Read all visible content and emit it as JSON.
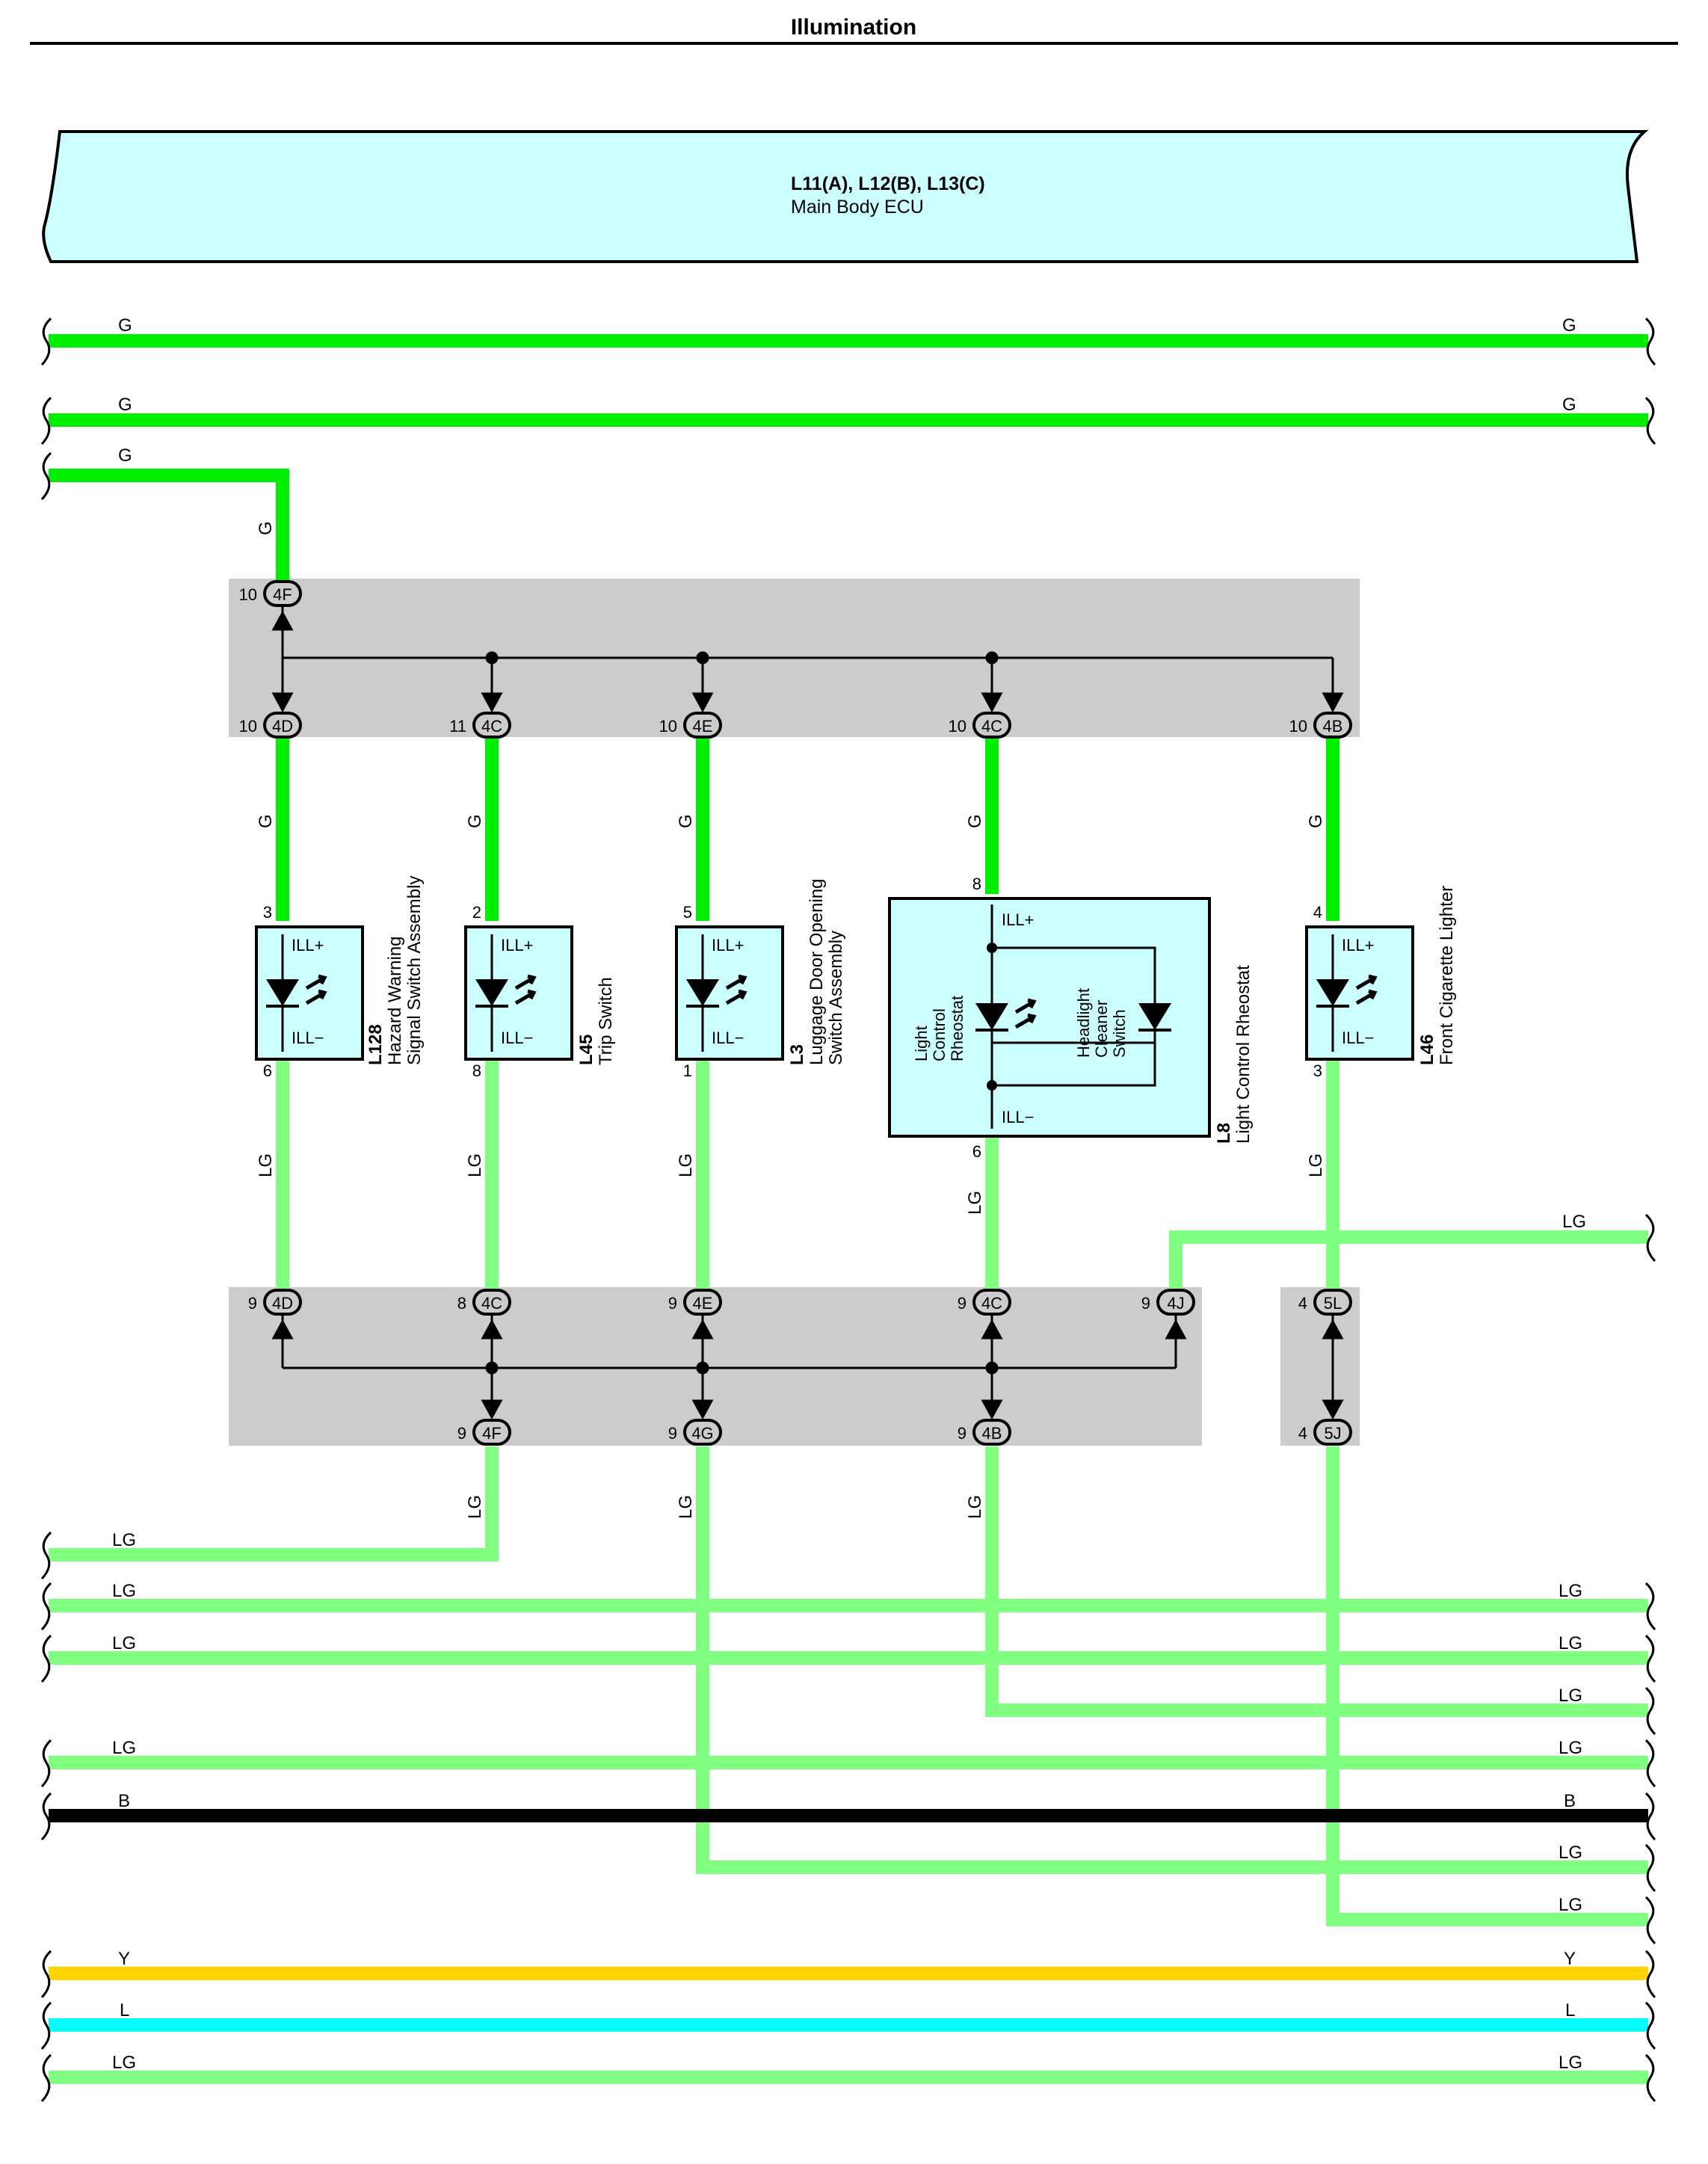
{
  "title": "Illumination",
  "ecu": {
    "line1": "L11(A), L12(B), L13(C)",
    "line2": "Main Body ECU"
  },
  "colors": {
    "G": "#00ee00",
    "LG": "#80ff80",
    "B": "#000000",
    "Y": "#ffd400",
    "L": "#00ffff",
    "panel": "#cccccc",
    "component": "#ccffff"
  },
  "wire_labels": {
    "g1_l": "G",
    "g1_r": "G",
    "g2_l": "G",
    "g2_r": "G",
    "g3_l": "G",
    "g3_v": "G",
    "bus_g_4d": "G",
    "bus_g_4c1": "G",
    "bus_g_4e": "G",
    "bus_g_4c2": "G",
    "bus_g_4b": "G",
    "lg_l128": "LG",
    "lg_l45": "LG",
    "lg_l3": "LG",
    "lg_l8": "LG",
    "lg_l46": "LG",
    "lg_right_4j": "LG",
    "lg_4f_v": "LG",
    "lg_4g_v": "LG",
    "lg_4b_v": "LG",
    "lg_r1_l": "LG",
    "lg_r2_l": "LG",
    "lg_r2_r": "LG",
    "lg_r3_l": "LG",
    "lg_r3_r": "LG",
    "lg_r4_r": "LG",
    "lg_r5_l": "LG",
    "lg_r5_r": "LG",
    "b_l": "B",
    "b_r": "B",
    "lg_r7_r": "LG",
    "lg_r8_r": "LG",
    "y_l": "Y",
    "y_r": "Y",
    "l_l": "L",
    "l_r": "L",
    "lg_bot_l": "LG",
    "lg_bot_r": "LG"
  },
  "connectors": {
    "top_in": {
      "pin": "10",
      "id": "4F"
    },
    "top_outs": [
      {
        "pin": "10",
        "id": "4D"
      },
      {
        "pin": "11",
        "id": "4C"
      },
      {
        "pin": "10",
        "id": "4E"
      },
      {
        "pin": "10",
        "id": "4C"
      },
      {
        "pin": "10",
        "id": "4B"
      }
    ],
    "mid_ins": [
      {
        "pin": "9",
        "id": "4D"
      },
      {
        "pin": "8",
        "id": "4C"
      },
      {
        "pin": "9",
        "id": "4E"
      },
      {
        "pin": "9",
        "id": "4C"
      },
      {
        "pin": "9",
        "id": "4J"
      }
    ],
    "mid_outs": [
      {
        "pin": "9",
        "id": "4F"
      },
      {
        "pin": "9",
        "id": "4G"
      },
      {
        "pin": "9",
        "id": "4B"
      }
    ],
    "right_in": {
      "pin": "4",
      "id": "5L"
    },
    "right_out": {
      "pin": "4",
      "id": "5J"
    }
  },
  "components": [
    {
      "id": "L128",
      "name1": "Hazard Warning",
      "name2": "Signal Switch Assembly",
      "pin_top": "3",
      "pin_bot": "6",
      "ill_plus": "ILL+",
      "ill_minus": "ILL−"
    },
    {
      "id": "L45",
      "name1": "Trip Switch",
      "name2": "",
      "pin_top": "2",
      "pin_bot": "8",
      "ill_plus": "ILL+",
      "ill_minus": "ILL−"
    },
    {
      "id": "L3",
      "name1": "Luggage Door Opening",
      "name2": "Switch Assembly",
      "pin_top": "5",
      "pin_bot": "1",
      "ill_plus": "ILL+",
      "ill_minus": "ILL−"
    },
    {
      "id": "L46",
      "name1": "Front Cigarette Lighter",
      "name2": "",
      "pin_top": "4",
      "pin_bot": "3",
      "ill_plus": "ILL+",
      "ill_minus": "ILL−"
    }
  ],
  "l8": {
    "id": "L8",
    "name": "Light Control Rheostat",
    "pin_top": "8",
    "pin_bot": "6",
    "ill_plus": "ILL+",
    "ill_minus": "ILL−",
    "left_label": [
      "Light",
      "Control",
      "Rheostat"
    ],
    "right_label": [
      "Headlight",
      "Cleaner",
      "Switch"
    ]
  }
}
